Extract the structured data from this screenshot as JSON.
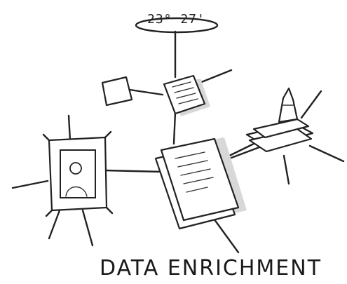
{
  "diagram": {
    "coordinate_label": "23° 27'",
    "caption": "DATA ENRICHMENT",
    "nodes": [
      {
        "id": "location",
        "icon": "location-ellipse-icon"
      },
      {
        "id": "top-document",
        "icon": "document-icon"
      },
      {
        "id": "sticky-note",
        "icon": "note-icon"
      },
      {
        "id": "central-documents",
        "icon": "document-stack-icon"
      },
      {
        "id": "portrait",
        "icon": "framed-portrait-icon"
      },
      {
        "id": "books",
        "icon": "books-and-statue-icon"
      }
    ]
  }
}
